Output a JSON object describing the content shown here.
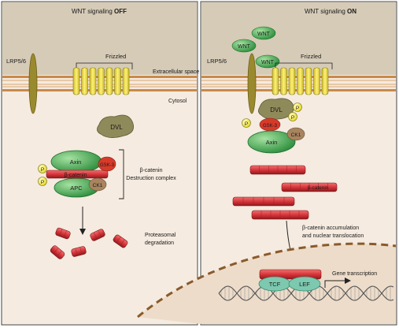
{
  "left_panel": {
    "title_prefix": "WNT signaling ",
    "title_state": "OFF",
    "lrp_label": "LRP5/6",
    "frizzled_label": "Frizzled",
    "extracellular_label": "Extracellular space",
    "cytosol_label": "Cytosol",
    "dvl_label": "DVL",
    "axin_label": "Axin",
    "gsk3_label": "GSK-3",
    "bcatenin_label": "β-catenin",
    "apc_label": "APC",
    "ck1_label": "CK1",
    "phospho_label": "P",
    "complex_line1": "β-catenin",
    "complex_line2": "Destruction complex",
    "proteasomal_line1": "Proteasomal",
    "proteasomal_line2": "degradation"
  },
  "right_panel": {
    "title_prefix": "WNT signaling ",
    "title_state": "ON",
    "wnt_label": "WNT",
    "lrp_label": "LRP5/6",
    "frizzled_label": "Frizzled",
    "dvl_label": "DVL",
    "gsk3_label": "GSK-3",
    "axin_label": "Axin",
    "ck1_label": "CK1",
    "phospho_label": "P",
    "bcatenin_label": "β-catenin",
    "accum_line1": "β-catenin accumulation",
    "accum_line2": "and nuclear translocation",
    "tcf_label": "TCF",
    "lef_label": "LEF",
    "gene_label": "Gene transcription"
  },
  "colors": {
    "extracellular": "#d6cbb7",
    "cytosol": "#f5ebe0",
    "membrane": "#c98a4a",
    "receptor": "#e8d93a",
    "lrp": "#9a8a2e",
    "dvl": "#8f8a5a",
    "axin": "#39a94d",
    "gsk3": "#d83a2a",
    "bcatenin": "#d8353a",
    "ck1": "#a8845f",
    "phospho": "#f3ec4c",
    "tcf_lef": "#7dc9b0",
    "nucleus_border": "#8a5a2b",
    "dna": "#555555"
  }
}
